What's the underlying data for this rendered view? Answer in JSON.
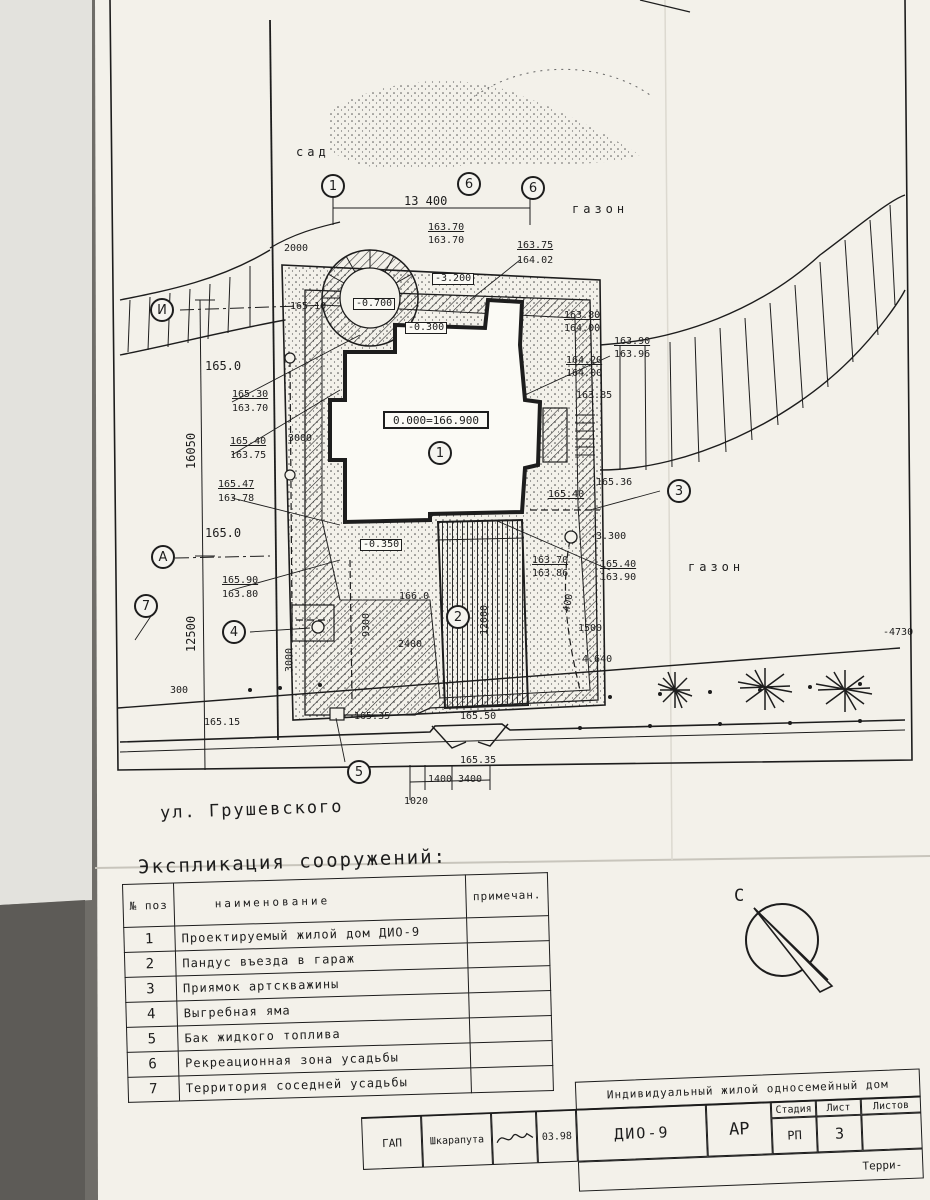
{
  "plan": {
    "house_level": "0.000=166.900",
    "zone_labels": {
      "garden": "сад",
      "lawn_top": "газон",
      "lawn_right": "газон"
    },
    "axis_marks": [
      "1",
      "6",
      "И",
      "А"
    ],
    "objects": [
      "1",
      "2",
      "3",
      "4",
      "5",
      "6",
      "7"
    ],
    "dimensions": {
      "top_width": "13 400",
      "left_height": "16050",
      "left_lower": "12500",
      "stair_width": "2000",
      "inner_3000": "3000",
      "d9300": "9300",
      "d3000": "3000",
      "d2400": "2400",
      "ramp_len": "12000",
      "d1500": "1500",
      "d400": "400",
      "b1020": "1020",
      "b1400": "1400",
      "b3400": "3400",
      "side_300": "300",
      "right_4730": "-4730",
      "slope_4640": "-4.640"
    },
    "elevations": [
      "163.70",
      "163.70",
      "163.75",
      "164.02",
      "-3.200",
      "-0.700",
      "-0.300",
      "165.10",
      "163.80",
      "164.00",
      "163.90",
      "163.96",
      "164.20",
      "164.00",
      "163.85",
      "165.0",
      "165.30",
      "163.70",
      "165.40",
      "163.75",
      "165.47",
      "163.78",
      "165.0",
      "-0.350",
      "165.36",
      "165.40",
      "-3.300",
      "163.70",
      "163.86",
      "165.40",
      "163.90",
      "165.90",
      "163.80",
      "166.0",
      "165.35",
      "165.50",
      "165.15",
      "165.35"
    ]
  },
  "street": "ул. Грушевского",
  "explication": {
    "title": "Экспликация сооружений:",
    "header": {
      "num": "№ поз",
      "name": "наименование",
      "note": "примечан."
    },
    "rows": [
      {
        "num": "1",
        "name": "Проектируемый жилой дом ДИО-9",
        "note": ""
      },
      {
        "num": "2",
        "name": "Пандус въезда в гараж",
        "note": ""
      },
      {
        "num": "3",
        "name": "Приямок артскважины",
        "note": ""
      },
      {
        "num": "4",
        "name": "Выгребная яма",
        "note": ""
      },
      {
        "num": "5",
        "name": "Бак жидкого топлива",
        "note": ""
      },
      {
        "num": "6",
        "name": "Рекреационная зона усадьбы",
        "note": ""
      },
      {
        "num": "7",
        "name": "Территория соседней усадьбы",
        "note": ""
      }
    ]
  },
  "compass": {
    "letter": "С"
  },
  "title_block": {
    "project": "Индивидуальный жилой односемейный дом",
    "code": "ДИО-9",
    "section": "АР",
    "role": "ГАП",
    "name": "Шкарапута",
    "date": "03.98",
    "stage_hdr": "Стадия",
    "sheet_hdr": "Лист",
    "sheets_hdr": "Листов",
    "stage": "РП",
    "sheet": "3",
    "sheet_title": "Терри-"
  },
  "colors": {
    "paper": "#f3f1ea",
    "ink": "#1d1d1d",
    "background": "#6f6d68"
  }
}
